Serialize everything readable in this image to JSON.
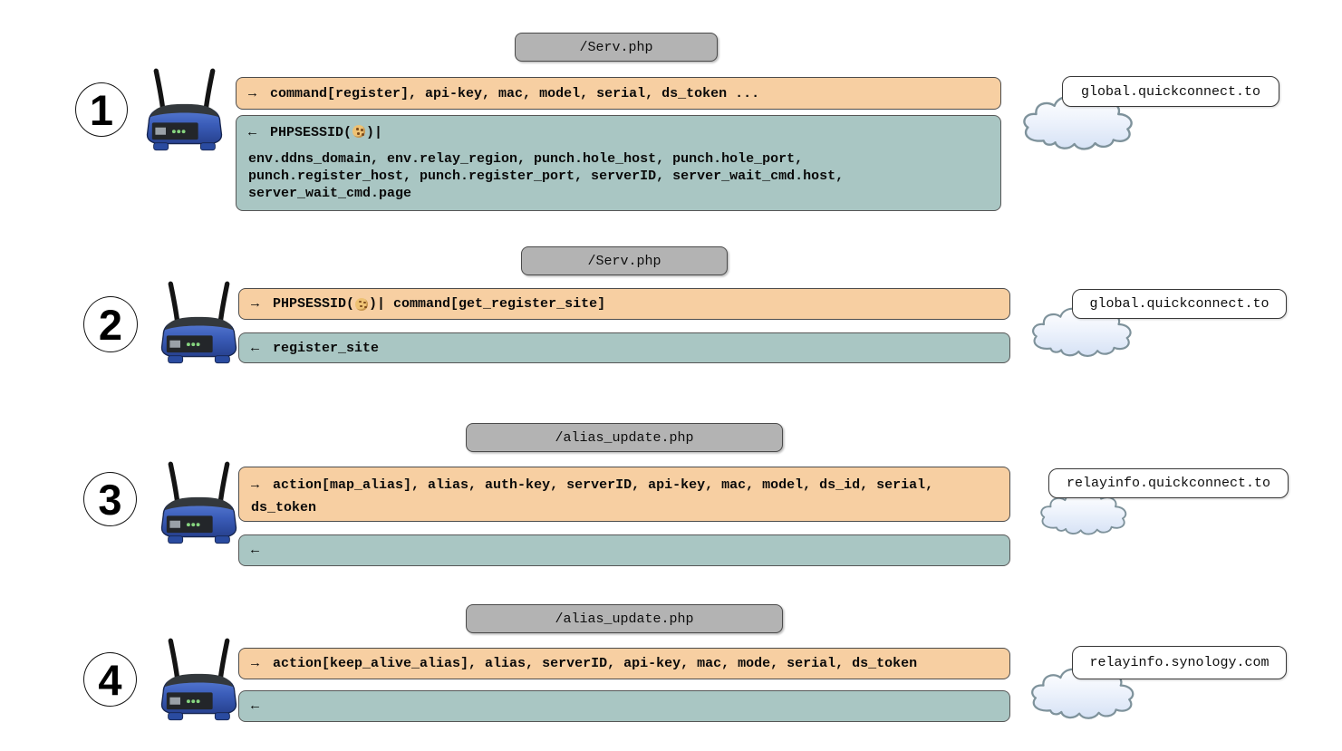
{
  "glyphs": {
    "arrow_right": "→",
    "arrow_left": "←"
  },
  "colors": {
    "request_fill": "#f7cfa2",
    "response_fill": "#a9c6c3",
    "endpoint_fill": "#b3b3b3",
    "cloud_outline": "#7e929b"
  },
  "steps": [
    {
      "number": "1",
      "endpoint": "/Serv.php",
      "cloud_label": "global.quickconnect.to",
      "request": {
        "text": "command[register], api-key, mac, model, serial, ds_token ..."
      },
      "response": {
        "pre_cookie": "PHPSESSID(",
        "post_cookie": ")|",
        "lines": [
          "env.ddns_domain, env.relay_region, punch.hole_host, punch.hole_port,",
          "punch.register_host, punch.register_port, serverID, server_wait_cmd.host,",
          "server_wait_cmd.page"
        ]
      }
    },
    {
      "number": "2",
      "endpoint": "/Serv.php",
      "cloud_label": "global.quickconnect.to",
      "request": {
        "pre_cookie": "PHPSESSID(",
        "post_cookie": ")| command[get_register_site]"
      },
      "response": {
        "text": "register_site"
      }
    },
    {
      "number": "3",
      "endpoint": "/alias_update.php",
      "cloud_label": "relayinfo.quickconnect.to",
      "request": {
        "line1": "action[map_alias], alias, auth-key, serverID, api-key, mac, model, ds_id, serial,",
        "line2": "ds_token"
      },
      "response": {
        "text": ""
      }
    },
    {
      "number": "4",
      "endpoint": "/alias_update.php",
      "cloud_label": "relayinfo.synology.com",
      "request": {
        "text": "action[keep_alive_alias], alias, serverID, api-key, mac, mode, serial, ds_token"
      },
      "response": {
        "text": ""
      }
    }
  ]
}
